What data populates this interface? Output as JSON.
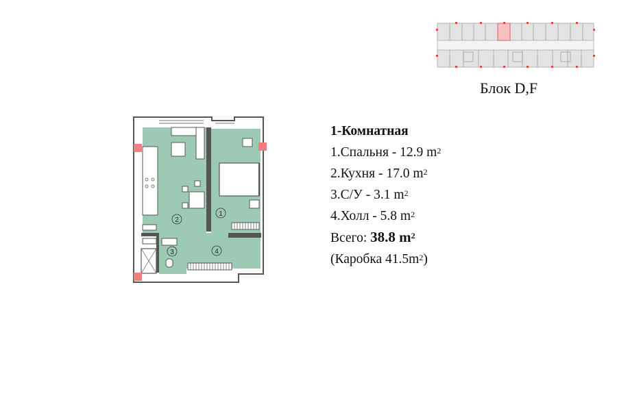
{
  "block": {
    "label": "Блок D,F"
  },
  "apartment": {
    "title": "1-Комнатная",
    "rooms": [
      {
        "label": "1.Спальня - 12.9 m",
        "sup": "2"
      },
      {
        "label": "2.Кухня - 17.0 m",
        "sup": "2"
      },
      {
        "label": "3.С/У - 3.1 m",
        "sup": "2"
      },
      {
        "label": "4.Холл - 5.8 m",
        "sup": "2"
      }
    ],
    "total": {
      "prefix": "Всего: ",
      "value": "38.8 m",
      "sup": "2"
    },
    "box": {
      "prefix": "(Каробка 41.5m",
      "sup": "2",
      "suffix": ")"
    }
  },
  "plan_labels": {
    "room1": "1",
    "room2": "2",
    "room3": "3",
    "room4": "4"
  },
  "colors": {
    "floor": "#9ccab5",
    "wall": "#555555",
    "highlight": "#f08080",
    "highlight_fill": "#f6c1c1"
  }
}
